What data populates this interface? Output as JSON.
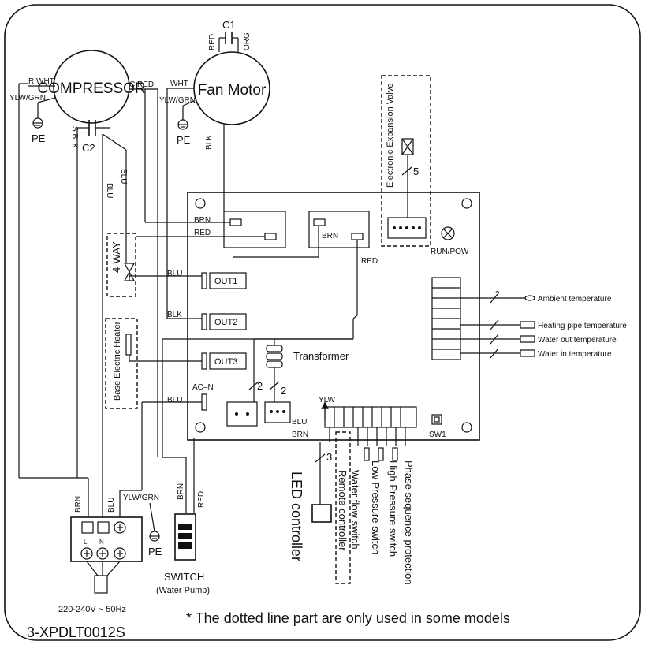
{
  "labels": {
    "c1": "C1",
    "c1_red": "RED",
    "c1_org": "ORG",
    "c2": "C2",
    "compressor": "COMPRESSOR",
    "fan_motor": "Fan Motor",
    "rwht": "R WHT",
    "c_red": "C RED",
    "s_blk": "S BLK",
    "ylwgrn_left": "YLW/GRN",
    "pe_left": "PE",
    "wht": "WHT",
    "ylwgrn_fan": "YLW/GRN",
    "pe_fan": "PE",
    "blk_fan": "BLK",
    "blu_a": "BLU",
    "blu_b": "BLU",
    "four_way": "4-WAY",
    "eev": "Electronic Expansion Valve",
    "eev_count": "5",
    "run_pow": "RUN/POW",
    "brn_top": "BRN",
    "red_top": "RED",
    "brn_mid": "BRN",
    "red_mid": "RED",
    "out1": "OUT1",
    "out2": "OUT2",
    "out3": "OUT3",
    "blu_out1": "BLU",
    "blk_out2": "BLK",
    "blu_acn": "BLU",
    "ac_n": "AC–N",
    "heater": "Base Electric Heater",
    "transformer": "Transformer",
    "n2a": "2",
    "n2b": "2",
    "ylw": "YLW",
    "blu_bus": "BLU",
    "brn_bus": "BRN",
    "sw1": "SW1",
    "n3": "3",
    "led_controller": "LED controller",
    "remote_controller": "Remote controller",
    "water_flow": "Water flow switch",
    "low_pressure": "Low Pressure switch",
    "high_pressure": "High Pressure switch",
    "phase_seq": "Phase sequence protection",
    "ambient": "Ambient temperature",
    "heating_pipe": "Heating pipe temperature",
    "water_out": "Water out temperature",
    "water_in": "Water in temperature",
    "sensor_n": "2",
    "tb_brn": "BRN",
    "tb_blu": "BLU",
    "tb_ylwgrn": "YLW/GRN",
    "tb_l": "L",
    "tb_n": "N",
    "pe_bottom": "PE",
    "sw_brn": "BRN",
    "sw_red": "RED",
    "switch": "SWITCH",
    "water_pump": "(Water Pump)",
    "power": "220-240V ~ 50Hz",
    "note": "* The dotted line part are only used in some models",
    "model": "3-XPDLT0012S"
  }
}
